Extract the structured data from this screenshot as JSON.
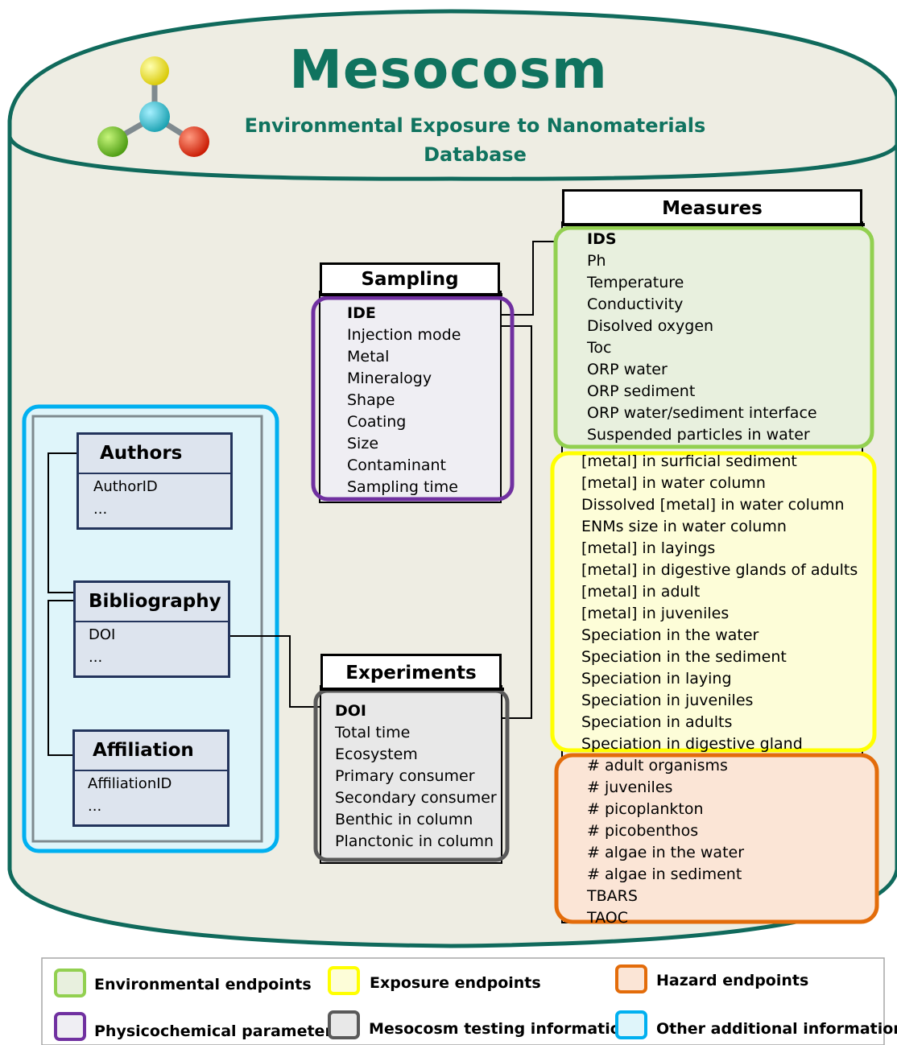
{
  "header": {
    "title": "Mesocosm",
    "subtitle_line1": "Environmental Exposure to Nanomaterials",
    "subtitle_line2": "Database"
  },
  "colors": {
    "title": "#10735f",
    "cylinder_fill": "#eeede3",
    "cylinder_stroke": "#106a5c",
    "environmental": "#92d050",
    "exposure": "#ffff00",
    "hazard": "#e36c0a",
    "physicochemical": "#7030a0",
    "mesocosm_testing": "#595959",
    "other_additional": "#00b0f0"
  },
  "sampling": {
    "header": "Sampling",
    "fields": [
      "IDE",
      "Injection mode",
      "Metal",
      "Mineralogy",
      "Shape",
      "Coating",
      "Size",
      "Contaminant",
      "Sampling time"
    ]
  },
  "experiments": {
    "header": "Experiments",
    "fields": [
      "DOI",
      "Total time",
      "Ecosystem",
      "Primary consumer",
      "Secondary consumer",
      "Benthic in column",
      "Planctonic in column"
    ]
  },
  "measures": {
    "header": "Measures",
    "environmental": [
      "IDS",
      "Ph",
      "Temperature",
      "Conductivity",
      "Disolved oxygen",
      "Toc",
      "ORP water",
      "ORP sediment",
      "ORP water/sediment interface",
      "Suspended particles in water"
    ],
    "exposure": [
      "[metal] in surficial sediment",
      "[metal] in water column",
      "Dissolved [metal] in water column",
      "ENMs size in water column",
      "[metal] in layings",
      "[metal] in digestive glands of adults",
      "[metal] in adult",
      "[metal] in juveniles",
      "Speciation in the water",
      "Speciation in the sediment",
      "Speciation in laying",
      "Speciation in juveniles",
      "Speciation in adults",
      "Speciation in digestive gland"
    ],
    "hazard": [
      "# adult organisms",
      "# juveniles",
      "# picoplankton",
      "# picobenthos",
      "# algae in the water",
      "# algae in sediment",
      "TBARS",
      "TAOC"
    ]
  },
  "entities": {
    "authors": {
      "header": "Authors",
      "fields": [
        "AuthorID",
        "..."
      ]
    },
    "bibliography": {
      "header": "Bibliography",
      "fields": [
        "DOI",
        "..."
      ]
    },
    "affiliation": {
      "header": "Affiliation",
      "fields": [
        "AffiliationID",
        "..."
      ]
    }
  },
  "legend": {
    "environmental": "Environmental endpoints",
    "exposure": "Exposure endpoints",
    "hazard": "Hazard endpoints",
    "physicochemical": "Physicochemical parameters",
    "mesocosm_testing": "Mesocosm testing information",
    "other_additional": "Other additional information"
  }
}
